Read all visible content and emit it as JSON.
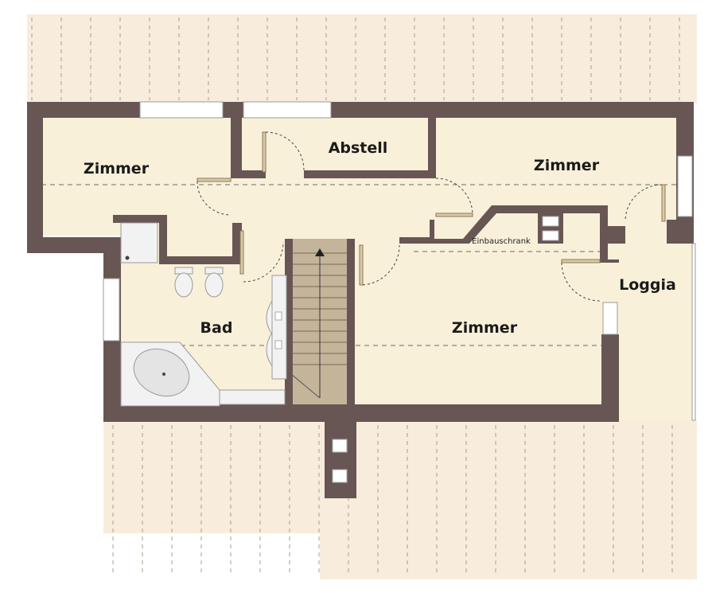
{
  "rooms": {
    "zimmer_top_left": "Zimmer",
    "abstell": "Abstell",
    "zimmer_top_right": "Zimmer",
    "bad": "Bad",
    "zimmer_main": "Zimmer",
    "loggia": "Loggia"
  },
  "labels": {
    "einbauschrank": "Einbauschrank"
  },
  "colors": {
    "wall": "#685654",
    "floor": "#f8f0d9",
    "roof": "#f8ecdc",
    "stair": "#c4b49a",
    "window": "#ffffff"
  },
  "icons": {
    "stair_direction": "arrow-up-icon",
    "door_swing": "door-arc-icon"
  }
}
